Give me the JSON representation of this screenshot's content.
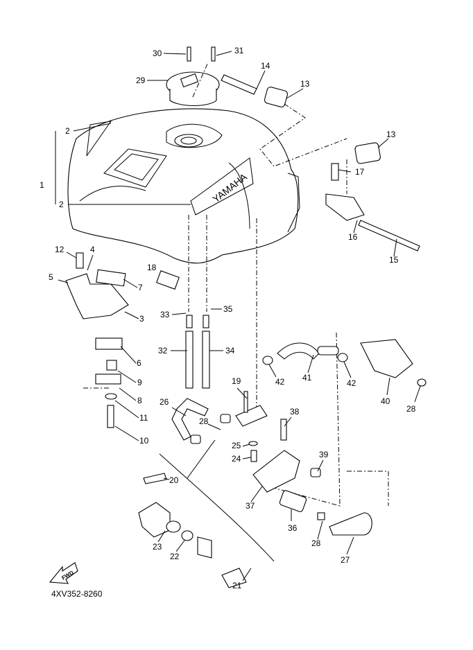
{
  "diagram": {
    "brand_on_tank": "YAMAHA",
    "direction_marker": "FWD",
    "drawing_code": "4XV352-8260",
    "callouts": [
      "30",
      "31",
      "29",
      "14",
      "13",
      "2",
      "1",
      "2",
      "13",
      "17",
      "16",
      "15",
      "12",
      "4",
      "5",
      "7",
      "18",
      "3",
      "33",
      "35",
      "32",
      "34",
      "6",
      "9",
      "8",
      "11",
      "10",
      "26",
      "19",
      "28",
      "38",
      "25",
      "24",
      "39",
      "20",
      "37",
      "36",
      "23",
      "22",
      "21",
      "28",
      "27",
      "42",
      "41",
      "42",
      "40",
      "28"
    ],
    "line_color": "#000000",
    "background": "#ffffff"
  }
}
